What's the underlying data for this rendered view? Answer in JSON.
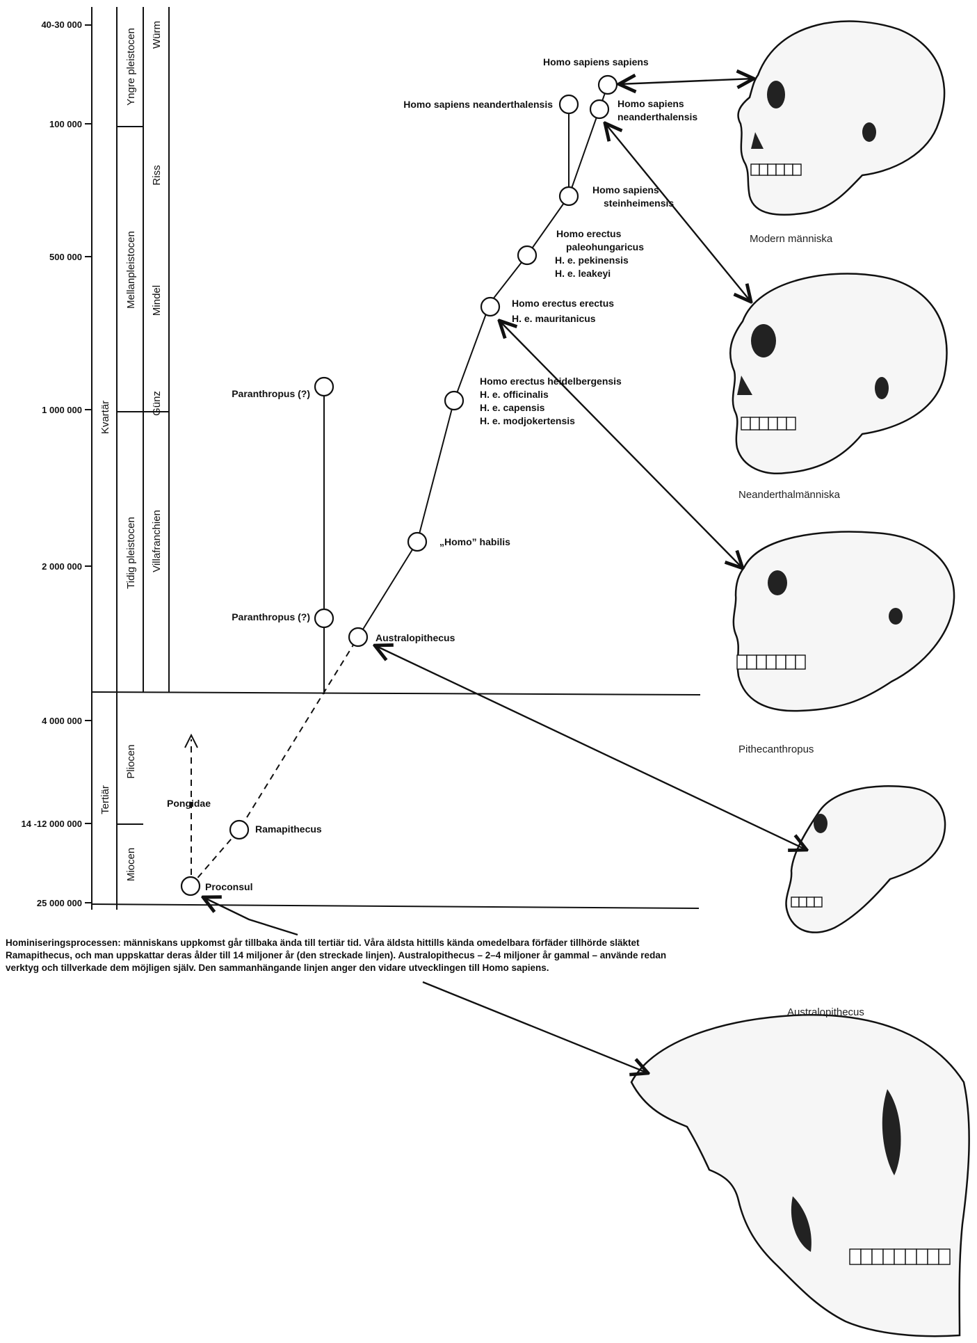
{
  "timescale": {
    "ticks": [
      {
        "label": "40-30 000"
      },
      {
        "label": "100 000"
      },
      {
        "label": "500 000"
      },
      {
        "label": "1 000 000"
      },
      {
        "label": "2 000 000"
      },
      {
        "label": "4 000 000"
      },
      {
        "label": "14 -12 000 000"
      },
      {
        "label": "25 000 000"
      }
    ],
    "periods": {
      "kvartar": "Kvartär",
      "tertiar": "Tertiär"
    },
    "epochs": {
      "yngre": "Yngre pleistocen",
      "mellan": "Mellanpleistocen",
      "tidig": "Tidig pleistocen",
      "pliocen": "Pliocen",
      "miocen": "Miocen"
    },
    "stages": {
      "wurm": "Würm",
      "riss": "Riss",
      "mindel": "Mindel",
      "gunz": "Günz",
      "villafranchien": "Villafranchien"
    }
  },
  "taxa": {
    "hss": "Homo sapiens sapiens",
    "hsn_left": "Homo sapiens neanderthalensis",
    "hsn_right_1": "Homo sapiens",
    "hsn_right_2": "neanderthalensis",
    "hst_1": "Homo sapiens",
    "hst_2": "steinheimensis",
    "hep_1": "Homo erectus",
    "hep_2": "paleohungaricus",
    "hep_3": "H. e. pekinensis",
    "hep_4": "H. e. leakeyi",
    "hee_1": "Homo erectus erectus",
    "hee_2": "H. e. mauritanicus",
    "heh_1": "Homo erectus heidelbergensis",
    "heh_2": "H. e. officinalis",
    "heh_3": "H. e. capensis",
    "heh_4": "H. e. modjokertensis",
    "habilis": "„Homo” habilis",
    "paran_top": "Paranthropus (?)",
    "paran_low": "Paranthropus (?)",
    "australopithecus": "Australopithecus",
    "pongidae": "Pongidae",
    "ramapithecus": "Ramapithecus",
    "proconsul": "Proconsul"
  },
  "skull_labels": {
    "modern": "Modern människa",
    "neanderthal": "Neanderthalmänniska",
    "pithecanthropus": "Pithecanthropus",
    "australopithecus": "Australopithecus"
  },
  "caption": "Hominiseringsprocessen: människans uppkomst går tillbaka ända till tertiär tid. Våra äldsta hittills kända omedelbara förfäder tillhörde släktet Ramapithecus, och man uppskattar deras ålder till 14 miljoner år (den streckade linjen). Australopithecus – 2–4 miljoner år gammal – använde redan verktyg och tillverkade dem möjligen själv. Den sammanhängande linjen anger den vidare utvecklingen till Homo sapiens."
}
